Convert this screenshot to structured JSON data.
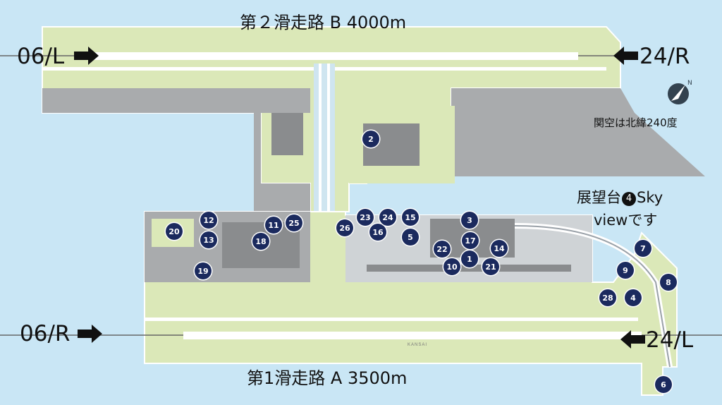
{
  "runways": {
    "b": {
      "title": "第２滑走路 B 4000m",
      "end_west": "06/L",
      "end_east": "24/R"
    },
    "a": {
      "title": "第1滑走路 A 3500m",
      "end_west": "06/R",
      "end_east": "24/L"
    }
  },
  "compass": {
    "icon": "compass-north-icon",
    "caption": "関空は北緯240度"
  },
  "note": {
    "line1": "展望台",
    "badge": "4",
    "line1_suffix": "Sky",
    "line2": "viewです"
  },
  "markers": [
    "1",
    "2",
    "3",
    "4",
    "5",
    "6",
    "7",
    "8",
    "9",
    "10",
    "11",
    "12",
    "13",
    "14",
    "15",
    "16",
    "17",
    "18",
    "19",
    "20",
    "21",
    "22",
    "23",
    "24",
    "25",
    "26",
    "28"
  ],
  "ground_marking": "KANSAI",
  "colors": {
    "water": "#c9e6f5",
    "land": "#dbe8b8",
    "apron": "#a9abad",
    "taxiway": "#ffffff",
    "marker": "#1b2a5e"
  }
}
